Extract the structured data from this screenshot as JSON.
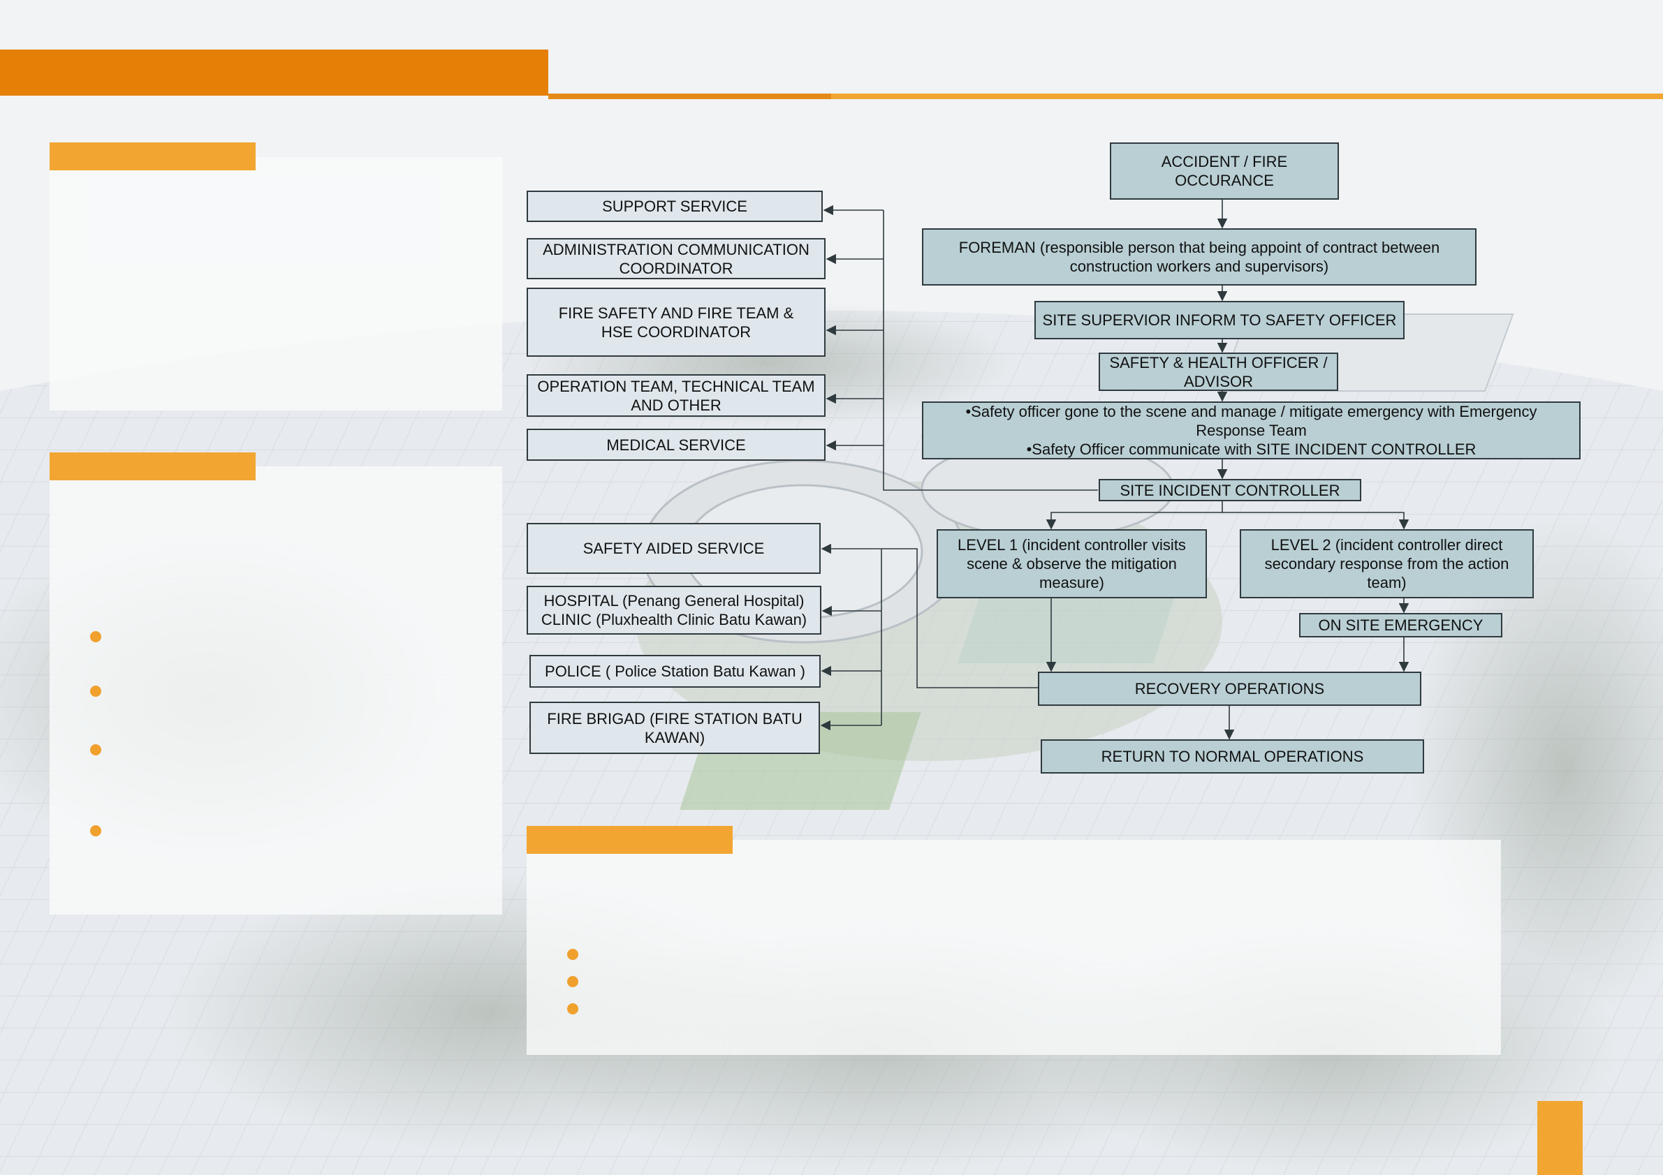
{
  "colors": {
    "header_orange": "#e57f06",
    "tag_orange": "#f2a631",
    "box_teal": "#b9cfd4",
    "box_light": "#dfe7ec",
    "line": "#2f3a3f"
  },
  "flow": {
    "main": {
      "accident": "ACCIDENT / FIRE OCCURANCE",
      "foreman": "FOREMAN (responsible person that being appoint of contract between construction workers and supervisors)",
      "site_supervisor": "SITE SUPERVIOR INFORM TO SAFETY OFFICER",
      "safety_officer": "SAFETY & HEALTH OFFICER / ADVISOR",
      "scene_line1": "•Safety officer gone to the scene and manage / mitigate emergency with Emergency Response Team",
      "scene_line2": "•Safety Officer communicate with SITE INCIDENT CONTROLLER",
      "site_incident_controller": "SITE INCIDENT CONTROLLER",
      "level1": "LEVEL 1 (incident controller visits scene & observe the mitigation measure)",
      "level2": "LEVEL 2 (incident controller direct secondary response from the action team)",
      "on_site_emergency": "ON SITE EMERGENCY",
      "recovery": "RECOVERY OPERATIONS",
      "return_normal": "RETURN TO NORMAL OPERATIONS"
    },
    "internal": {
      "support": "SUPPORT SERVICE",
      "admin": "ADMINISTRATION COMMUNICATION COORDINATOR",
      "fire_safety": "FIRE SAFETY AND FIRE TEAM & HSE COORDINATOR",
      "operation": "OPERATION TEAM, TECHNICAL TEAM AND OTHER",
      "medical": "MEDICAL SERVICE"
    },
    "external": {
      "safety_aided": "SAFETY AIDED SERVICE",
      "hospital_line1": "HOSPITAL (Penang General Hospital)",
      "hospital_line2": "CLINIC (Pluxhealth Clinic Batu Kawan)",
      "police": "POLICE ( Police Station Batu Kawan )",
      "fire_brigade": "FIRE BRIGAD (FIRE STATION BATU KAWAN)"
    }
  }
}
